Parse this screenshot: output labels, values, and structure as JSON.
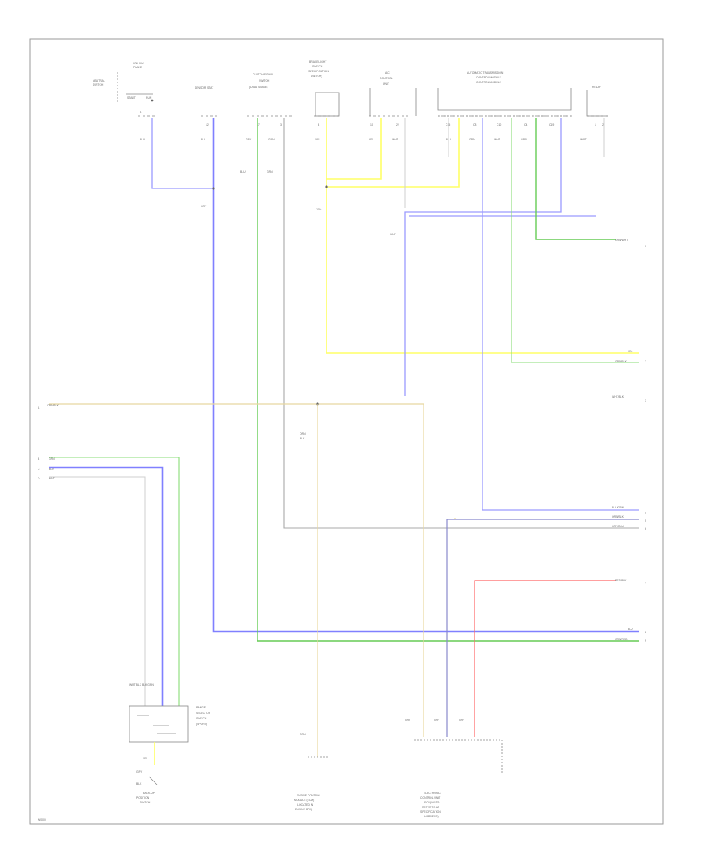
{
  "diagram": {
    "components": {
      "neutral_switch": [
        "NEUTRAL",
        "SWITCH"
      ],
      "ign_switch": [
        "IGN SW",
        "PLANE"
      ],
      "ign_switch_stat": [
        "START",
        "RUN"
      ],
      "meter": [
        "SENSOR",
        "STAT"
      ],
      "acc_control": [
        "CLUTCH SIGNAL",
        "SWITCH",
        "(DUAL STAGE)"
      ],
      "multi_function": [
        "BRAKE LIGHT",
        "SWITCH",
        "(SPECIFICATION",
        "SWITCH)"
      ],
      "ac_module": [
        "A/C",
        "CONTROL",
        "UNIT"
      ],
      "combination_meter": [
        "AUTOMATIC TRANSMISSION",
        "CONTROL MODULE",
        "CONTROL MODULE"
      ],
      "relay": [
        "RELAY"
      ],
      "switch_box": [
        "RANGE",
        "SELECTOR",
        "SWITCH",
        "(SPORT)"
      ],
      "backup_switch": [
        "BACK-UP",
        "POSITION",
        "SWITCH"
      ],
      "engine_control": [
        "ENGINE CONTROL",
        "MODULE (ECM)",
        "(LOCATED IN",
        "ENGINE BOX)"
      ],
      "transmission_control": [
        "ELECTRONIC",
        "CONTROL UNIT",
        "(ECU) NOTE:",
        "REFER TO AT",
        "SPECIFICATION",
        "(HARNESS)"
      ]
    },
    "wire_labels": {
      "top_row": [
        "BLU",
        "BLU",
        "GRY",
        "GRN",
        "YEL",
        "YEL",
        "WHT",
        "BLU",
        "GRN",
        "WHT",
        "GRN",
        "WHT"
      ],
      "mid_column": [
        "BLU",
        "GRN",
        "GRY",
        "YEL"
      ],
      "left_side": [
        "ORN/BLK",
        "GRN",
        "BLU",
        "WHT"
      ],
      "center": [
        "ORN",
        "BLK"
      ],
      "bottom": [
        "ORN",
        "GRY",
        "GRY",
        "GRY"
      ],
      "sensor_top": "WHT BLK BLK GRN",
      "sensor_bottom": [
        "GRY",
        "BLK"
      ],
      "yel_tag": "YEL"
    },
    "right_labels": {
      "grn_wht": "GRN/WHT",
      "yel": "YEL",
      "grn_blk": "GRN/BLK",
      "wht_blk": "WHT/BLK",
      "blu_grn": "BLU/GRN",
      "orn_blk": "ORN/BLK",
      "gry_blu": "GRY/BLU",
      "red_blk": "RED/BLK",
      "blu": "BLU",
      "grn_red": "GRN/RED"
    },
    "footer": "W0000"
  }
}
